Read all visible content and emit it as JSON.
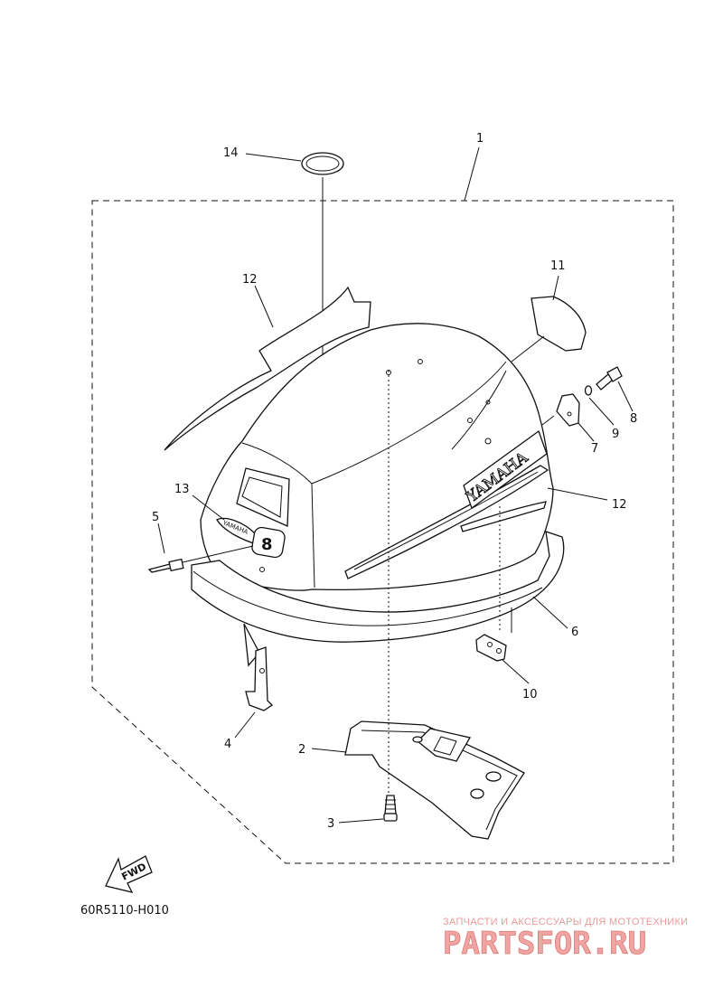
{
  "diagram": {
    "part_code": "60R5110-H010",
    "fwd_label": "FWD",
    "brand_text": "YAMAHA",
    "badge_text": "8",
    "callouts": {
      "c1": "1",
      "c2": "2",
      "c3": "3",
      "c4": "4",
      "c5": "5",
      "c6": "6",
      "c7": "7",
      "c8": "8",
      "c9": "9",
      "c10": "10",
      "c11": "11",
      "c12a": "12",
      "c12b": "12",
      "c13": "13",
      "c14": "14"
    }
  },
  "watermark": {
    "tagline": "ЗАПЧАСТИ И АКСЕССУАРЫ ДЛЯ МОТОТЕХНИКИ",
    "logo": "PARTSFOR.RU"
  },
  "colors": {
    "line": "#111111",
    "watermark": "#f0a5a3"
  }
}
